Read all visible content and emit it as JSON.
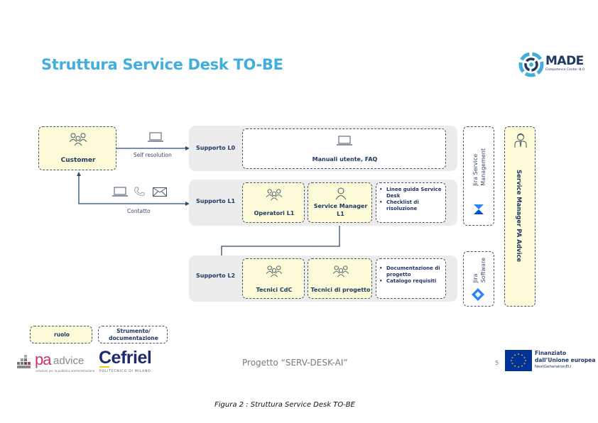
{
  "slide": {
    "title": "Struttura Service Desk TO-BE",
    "footer": "Progetto “SERV-DESK-AI”",
    "page_number": "5",
    "caption": "Figura 2 : Struttura Service Desk TO-BE"
  },
  "logos": {
    "made": {
      "name": "MADE",
      "subtitle": "Competence Center I4.0",
      "icon": "made-logo-icon"
    },
    "paadvice": {
      "name_pa": "pa",
      "name_advice": "advice",
      "tagline": "soluzioni per la pubblica amministrazione"
    },
    "cefriel": {
      "name": "Cefriel",
      "tagline": "POLITECNICO DI MILANO"
    },
    "eu": {
      "line1": "Finanziato",
      "line2": "dall’Unione europea",
      "line3": "NextGenerationEU",
      "icon": "eu-flag-icon"
    }
  },
  "customer": {
    "label": "Customer",
    "icon": "people-group-icon"
  },
  "connectors": {
    "self_resolution": {
      "label": "Self resolution",
      "icon": "laptop-icon"
    },
    "contatto": {
      "label": "Contatto",
      "icons": [
        "laptop-icon",
        "phone-icon",
        "mail-icon"
      ]
    }
  },
  "levels": [
    {
      "label": "Supporto L0",
      "tool": {
        "label": "Manuali utente, FAQ",
        "icon": "laptop-icon"
      }
    },
    {
      "label": "Supporto L1",
      "roles": [
        {
          "label": "Operatori L1",
          "icon": "people-group-icon"
        },
        {
          "label_line1": "Service Manager",
          "label_line2": "L1",
          "icon": "person-icon"
        }
      ],
      "tools": [
        "Linee guida Service Desk",
        "Checklist di risoluzione"
      ]
    },
    {
      "label": "Supporto L2",
      "roles": [
        {
          "label": "Tecnici CdC",
          "icon": "people-group-icon"
        },
        {
          "label": "Tecnici di progetto",
          "icon": "people-group-icon"
        }
      ],
      "tools": [
        "Documentazione di progetto",
        "Catalogo requisiti"
      ]
    }
  ],
  "side_tools": {
    "jsm": {
      "line1": "Jira Service",
      "line2": "Management",
      "icon": "jira-service-management-icon"
    },
    "jsw": {
      "line1": "Jira",
      "line2": "Software",
      "icon": "jira-software-icon"
    }
  },
  "pa_manager": {
    "label": "Service Manager PA Advice",
    "icon": "business-person-icon"
  },
  "legend": {
    "role": "ruolo",
    "tool_line1": "Strumento/",
    "tool_line2": "documentazione"
  },
  "colors": {
    "title": "#41aedc",
    "navy": "#1f3864",
    "role_fill": "#fdfbd7",
    "band": "#ececec",
    "jira_blue": "#2684ff"
  }
}
